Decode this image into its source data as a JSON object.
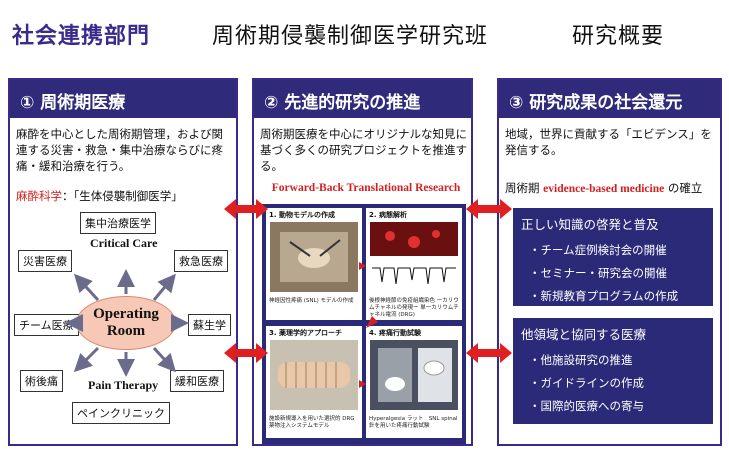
{
  "header": {
    "department": "社会連携部門",
    "title": "周術期侵襲制御医学研究班",
    "overview": "研究概要"
  },
  "panel1": {
    "heading": "① 周術期医療",
    "desc": "麻酔を中心とした周術期管理，および関連する災害・救急・集中治療ならびに疼痛・緩和治療を行う。",
    "anesthesia_label": "麻酔科学",
    "anesthesia_text": "：「生体侵襲制御医学」",
    "center_line1": "Operating",
    "center_line2": "Room",
    "critical_care": "Critical Care",
    "pain_therapy": "Pain Therapy",
    "tags": {
      "icu": "集中治療医学",
      "disaster": "災害医療",
      "emergency": "救急医療",
      "team": "チーム医療",
      "resuscitation": "蘇生学",
      "postop_pain": "術後痛",
      "palliative": "緩和医療",
      "pain_clinic": "ペインクリニック"
    }
  },
  "panel2": {
    "heading": "② 先進的研究の推進",
    "desc": "周術期医療を中心にオリジナルな知見に基づく多くの研究プロジェクトを推進する。",
    "fbtr": "Forward-Back Translational Research",
    "quads": [
      {
        "title": "1. 動物モデルの作成",
        "caption": "神経因性疼痛 (SNL) モデルの作成"
      },
      {
        "title": "2. 病態解析",
        "caption": "後根神経節の免疫組織染色 ーカリウムチャネルの発現ー 単一カリウムチャネル電流 (DRG)"
      },
      {
        "title": "3. 薬理学的アプローチ",
        "caption": "施設新規導入を用いた選択的 DRG 薬物注入システムモデル"
      },
      {
        "title": "4. 疼痛行動試験",
        "caption": "Hyperalgesia ラット　SNL spinal 針を用いた疼痛行動試験"
      }
    ]
  },
  "panel3": {
    "heading": "③ 研究成果の社会還元",
    "desc": "地域，世界に貢献する「エビデンス」を発信する。",
    "ebm_prefix": "周術期 ",
    "ebm_red": "evidence-based medicine",
    "ebm_suffix": " の確立",
    "box1": {
      "head": "正しい知識の啓発と普及",
      "items": [
        "・チーム症例検討会の開催",
        "・セミナー・研究会の開催",
        "・新規教育プログラムの作成"
      ]
    },
    "box2": {
      "head": "他領域と協同する医療",
      "items": [
        "・他施設研究の推進",
        "・ガイドラインの作成",
        "・国際的医療への寄与"
      ]
    }
  },
  "colors": {
    "navy": "#2f2a7a",
    "purple_text": "#3b2a8c",
    "accent_red": "#d42020",
    "salmon": "#f6c8b5"
  }
}
